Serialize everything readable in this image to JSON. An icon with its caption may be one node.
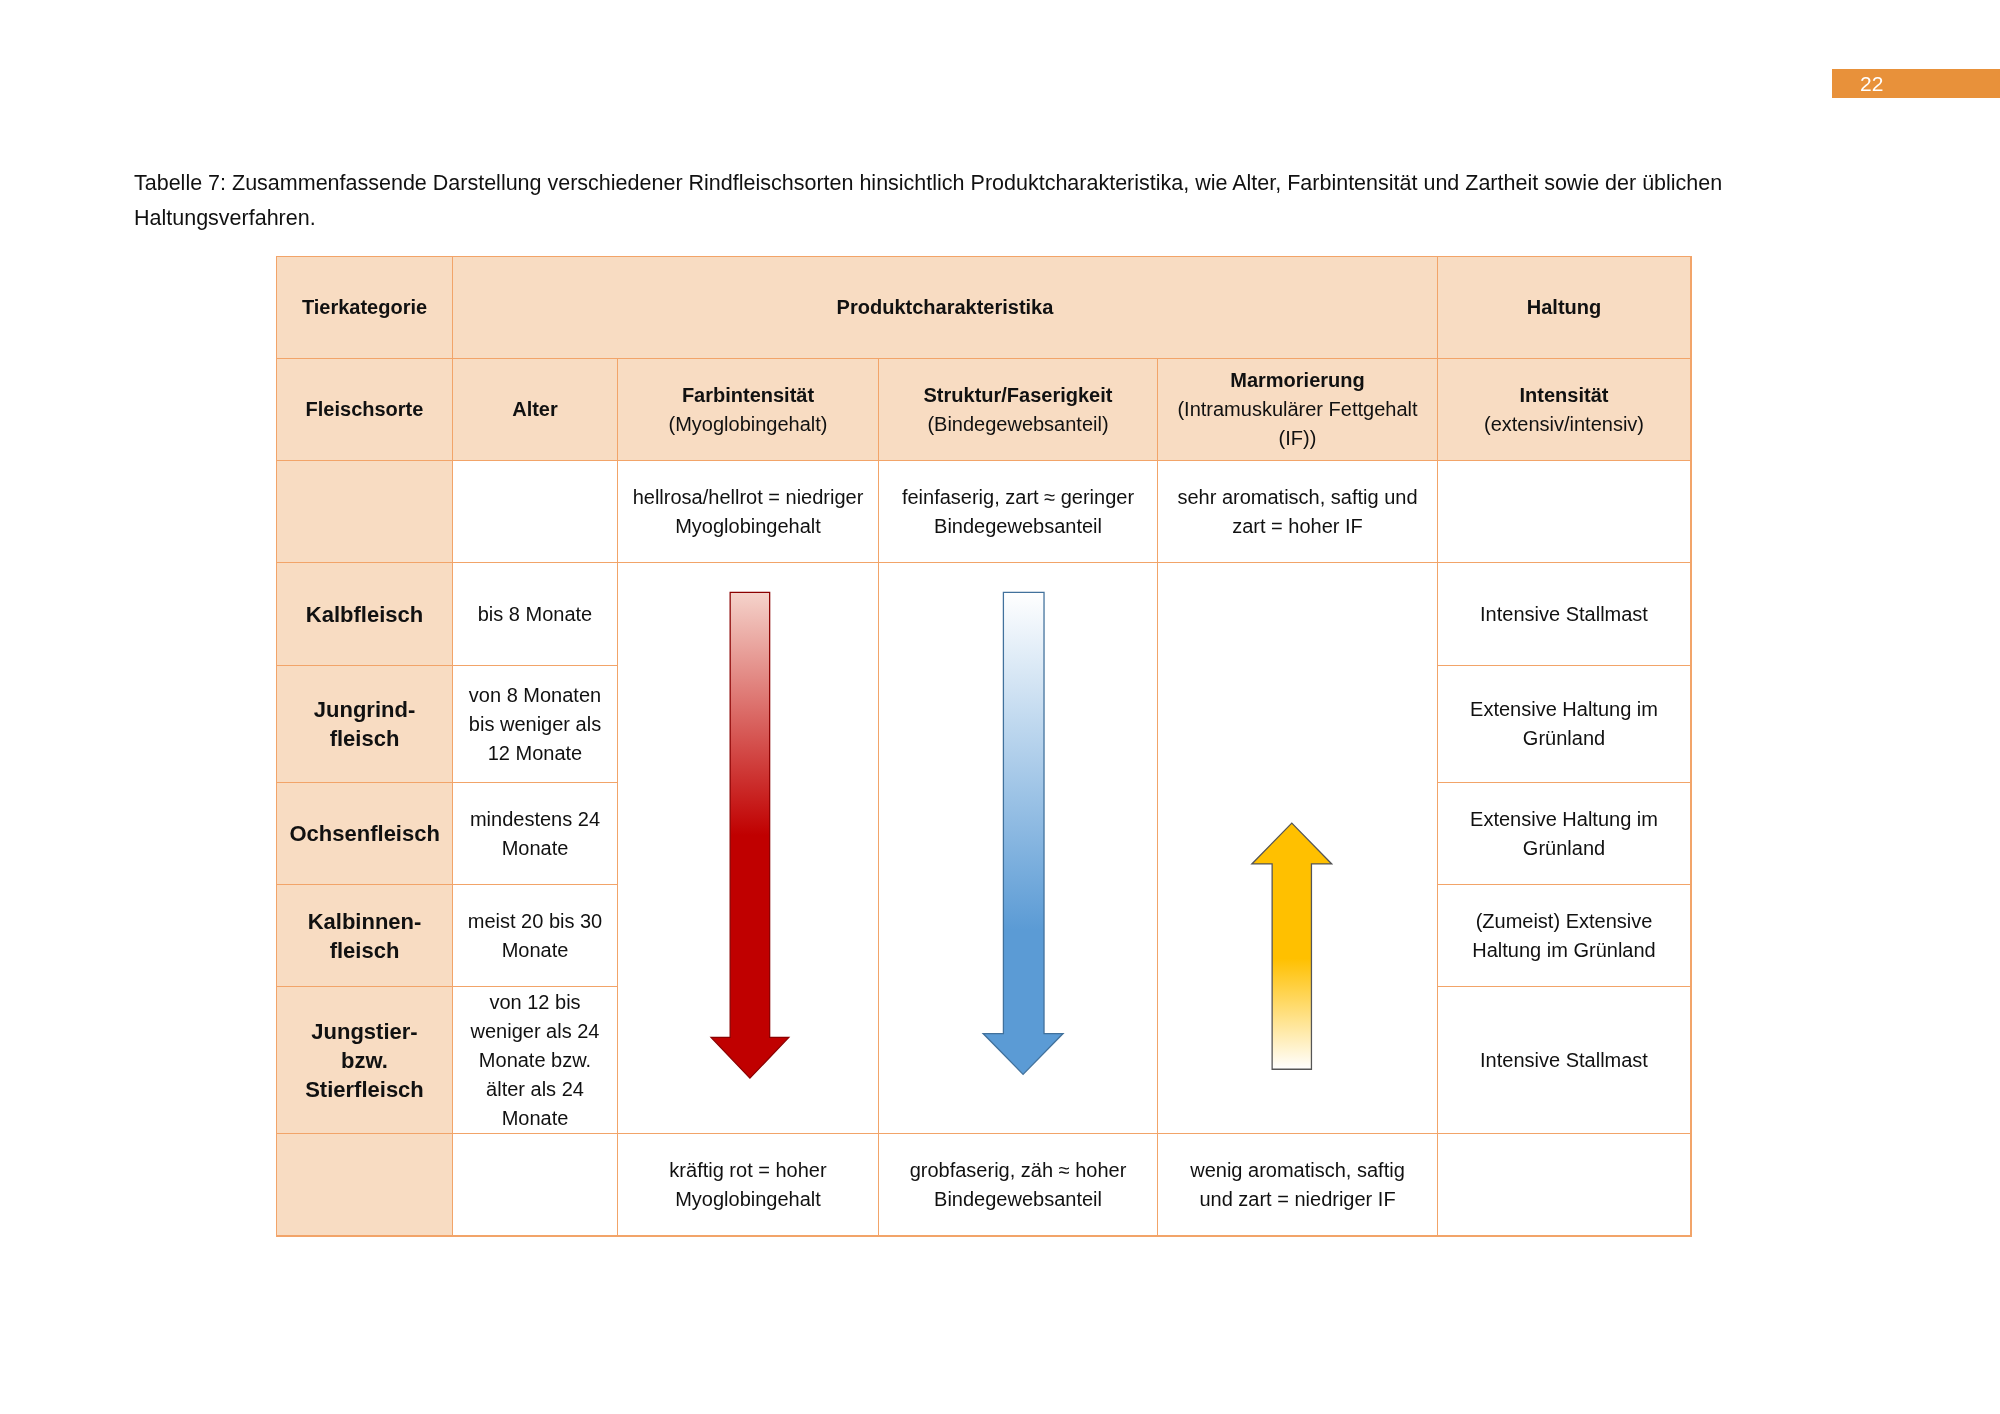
{
  "diagram": {
    "title": "Tabelle 7: Zusammenfassende Darstellung verschiedener Rindfleischsorten hinsichtlich Produktcharakteristika, wie Alter, Farbintensität und Zartheit sowie der üblichen Haltungsverfahren.",
    "labels": [
      "22",
      "Tierkategorie",
      "Produktcharakteristika",
      "Haltung",
      "Fleischsorte",
      "Alter",
      "Farbintensität",
      "(Myoglobingehalt)",
      "Struktur/Faserigkeit",
      "(Bindegewebsanteil)",
      "Marmorierung",
      "(Intramuskulärer Fettgehalt (IF))",
      "Intensität",
      "(extensiv/intensiv)",
      "hellrosa/hellrot = niedriger Myoglobingehalt",
      "feinfaserig, zart ≈ geringer Bindegewebsanteil",
      "sehr aromatisch, saftig und zart = hoher IF",
      "Kalbfleisch",
      "bis 8 Monate",
      "Intensive Stallmast",
      "Jungrind- fleisch",
      "von 8 Monaten bis weniger als 12 Monate",
      "Extensive Haltung im Grünland",
      "Ochsenfleisch",
      "mindestens 24 Monate",
      "Extensive Haltung im Grünland",
      "Kalbinnen- fleisch",
      "meist 20 bis 30 Monate",
      "(Zumeist) Extensive Haltung im Grünland",
      "Jungstier- bzw. Stierfleisch",
      "von 12 bis weniger als 24 Monate bzw. älter als 24 Monate",
      "Intensive Stallmast",
      "kräftig rot = hoher Myoglobingehalt",
      "grobfaserig, zäh ≈ hoher Bindegewebsanteil",
      "wenig aromatisch, saftig und zart = niedriger IF"
    ]
  }
}
